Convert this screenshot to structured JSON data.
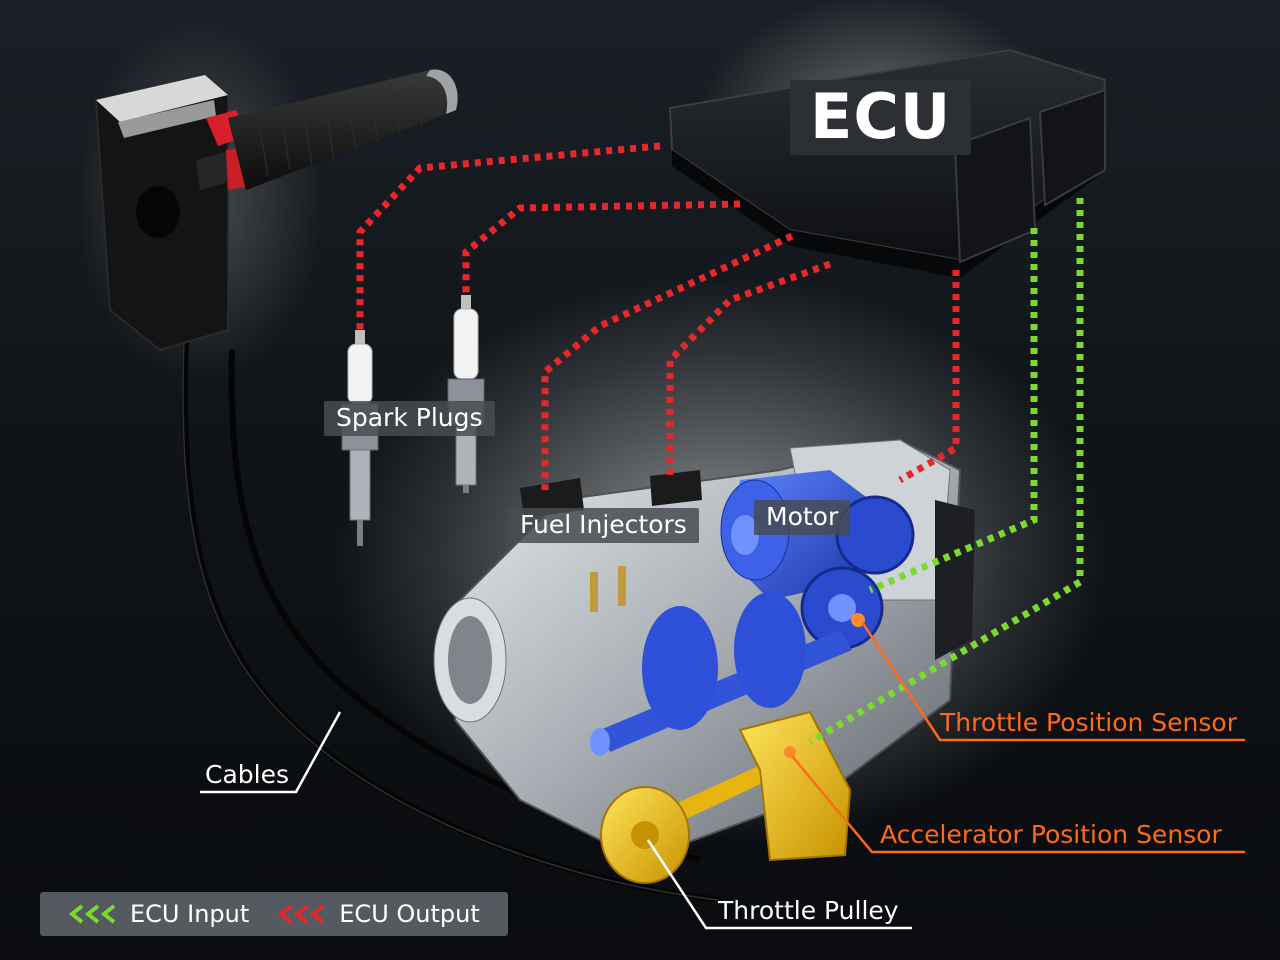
{
  "labels": {
    "ecu": "ECU",
    "spark_plugs": "Spark Plugs",
    "fuel_injectors": "Fuel Injectors",
    "motor": "Motor",
    "throttle_position_sensor": "Throttle Position Sensor",
    "accelerator_position_sensor": "Accelerator Position Sensor",
    "cables": "Cables",
    "throttle_pulley": "Throttle Pulley"
  },
  "legend": {
    "input": "ECU Input",
    "output": "ECU Output"
  },
  "colors": {
    "input_arrow": "#7cd832",
    "output_arrow": "#e8272a",
    "sensor_callout": "#ff6a1a",
    "motor_blue": "#2f55d6",
    "pulley_yellow": "#f2c21a",
    "label_box": "#464c52"
  }
}
